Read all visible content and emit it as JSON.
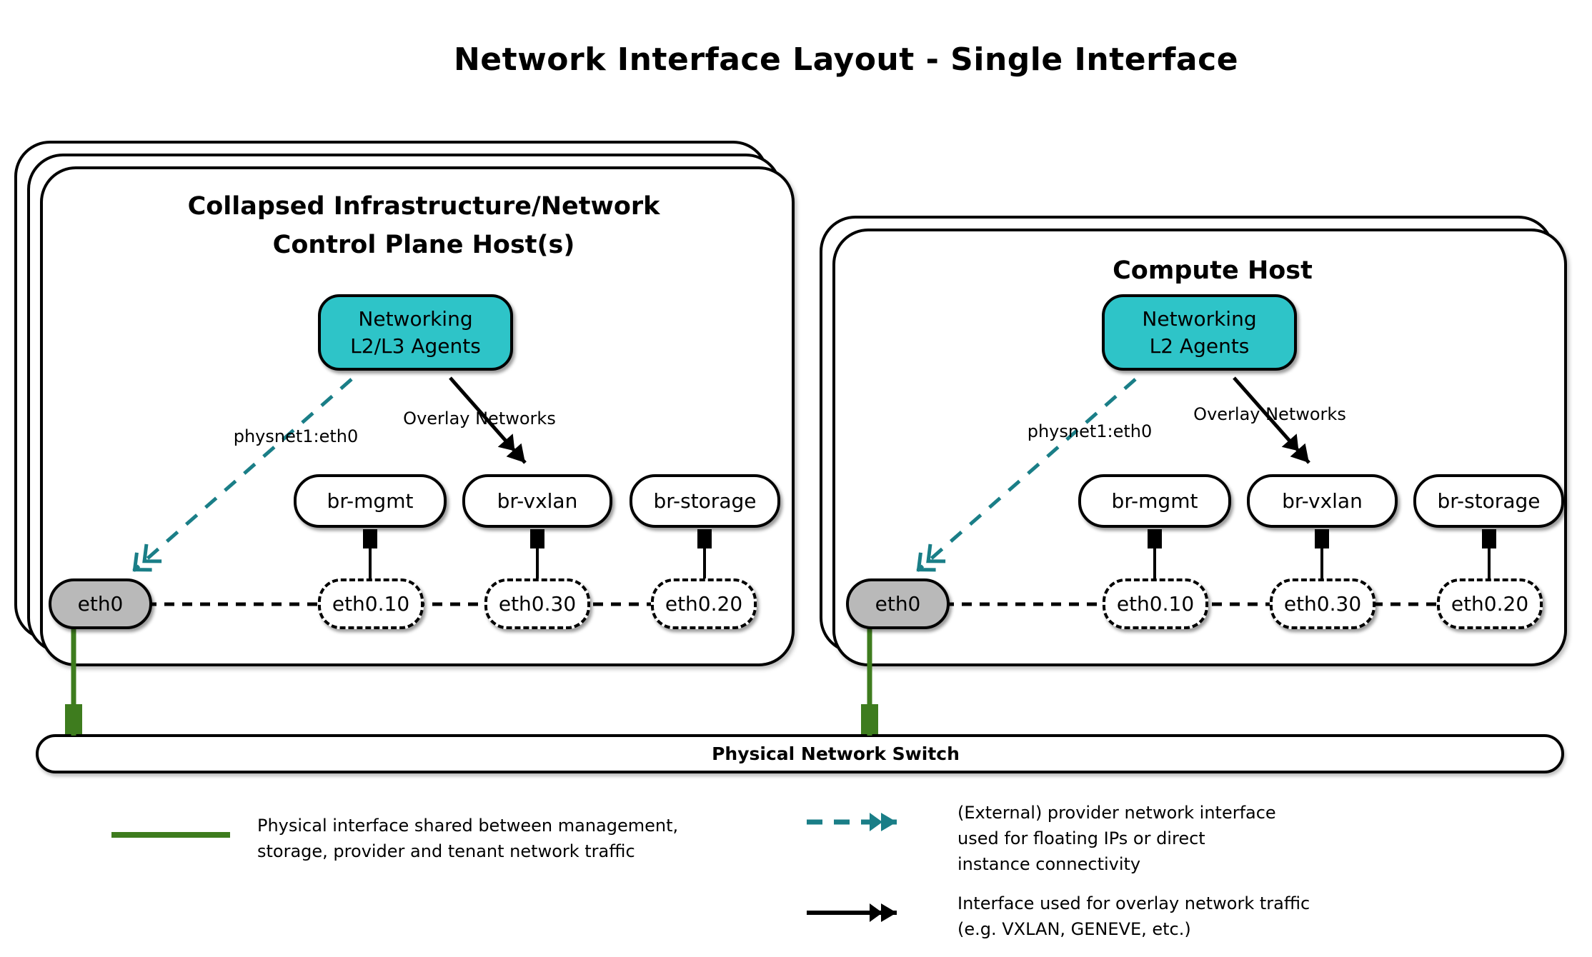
{
  "title": "Network Interface Layout - Single Interface",
  "hosts": [
    {
      "name": "Collapsed Infrastructure/Network Control Plane Host(s)",
      "title_lines": [
        "Collapsed Infrastructure/Network",
        "Control Plane Host(s)"
      ],
      "agent_lines": [
        "Networking",
        "L2/L3 Agents"
      ],
      "provider_label": "physnet1:eth0",
      "overlay_label": "Overlay Networks",
      "bridges": [
        "br-mgmt",
        "br-vxlan",
        "br-storage"
      ],
      "vlans": [
        "eth0.10",
        "eth0.30",
        "eth0.20"
      ],
      "phys": "eth0"
    },
    {
      "name": "Compute Host",
      "title_lines": [
        "Compute Host"
      ],
      "agent_lines": [
        "Networking",
        "L2 Agents"
      ],
      "provider_label": "physnet1:eth0",
      "overlay_label": "Overlay Networks",
      "bridges": [
        "br-mgmt",
        "br-vxlan",
        "br-storage"
      ],
      "vlans": [
        "eth0.10",
        "eth0.30",
        "eth0.20"
      ],
      "phys": "eth0"
    }
  ],
  "switch": {
    "label": "Physical Network Switch"
  },
  "legend": {
    "items": [
      {
        "symbol": "green-solid-line",
        "lines": [
          "Physical interface shared between management,",
          "storage, provider and tenant network traffic"
        ]
      },
      {
        "symbol": "teal-dashed-double-arrow",
        "lines": [
          "(External) provider network interface",
          "used for floating IPs or direct",
          "instance connectivity"
        ]
      },
      {
        "symbol": "black-solid-double-arrow",
        "lines": [
          "Interface used for overlay network traffic",
          "(e.g. VXLAN, GENEVE, etc.)"
        ]
      }
    ]
  },
  "colors": {
    "agent_fill": "#2ec4c8",
    "provider_arrow": "#1a7e87",
    "physical_link": "#3e7c1e",
    "phys_iface_fill": "#b9b9b9",
    "line": "#000000"
  }
}
